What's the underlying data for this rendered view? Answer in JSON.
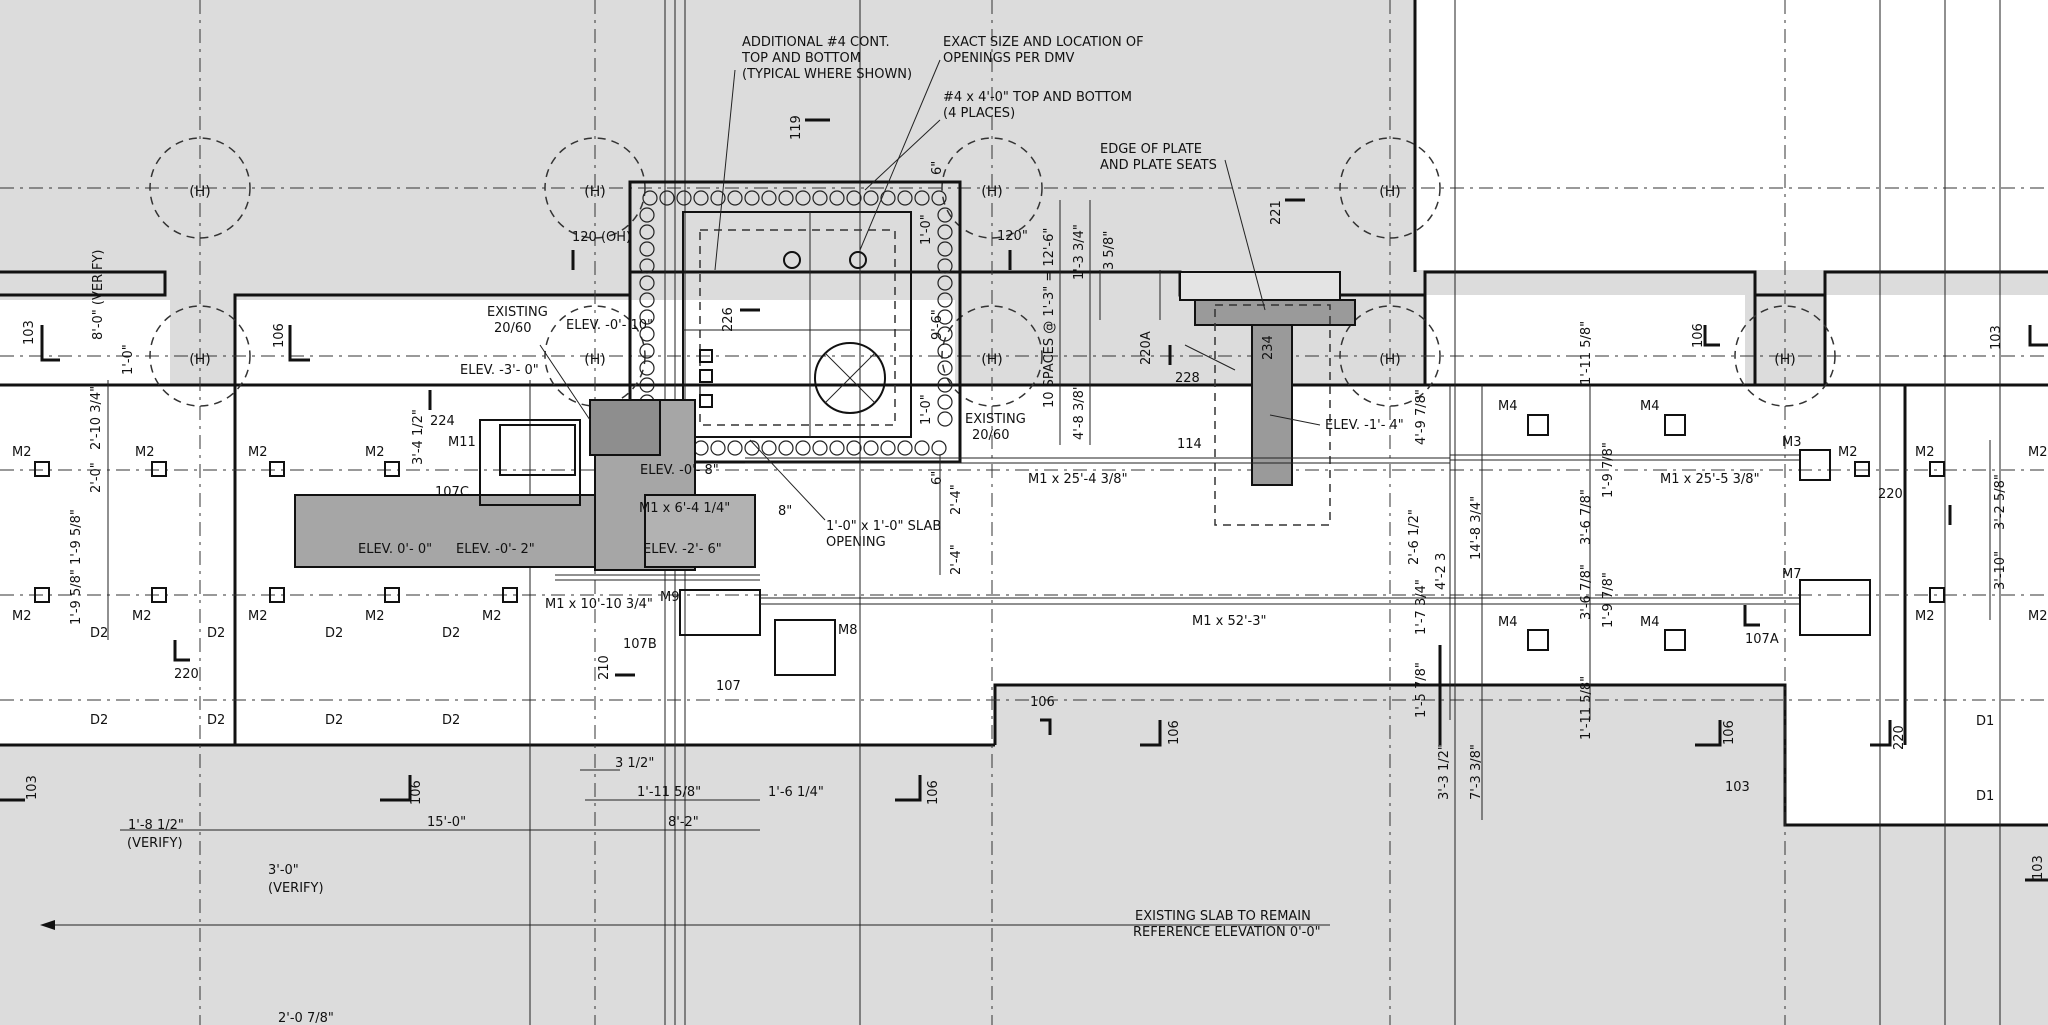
{
  "notes": {
    "note1": [
      "ADDITIONAL #4 CONT.",
      "TOP AND BOTTOM",
      "(TYPICAL WHERE SHOWN)"
    ],
    "note2": [
      "EXACT SIZE AND LOCATION OF",
      "OPENINGS PER DMV"
    ],
    "note3": [
      "#4 x 4'-0\" TOP AND BOTTOM",
      "(4 PLACES)"
    ],
    "note4": [
      "EDGE OF PLATE",
      "AND PLATE SEATS"
    ],
    "slab_note": [
      "EXISTING SLAB TO REMAIN",
      "REFERENCE ELEVATION 0'-0\""
    ],
    "slab_opening": [
      "1'-0\" x 1'-0\" SLAB",
      "OPENING"
    ],
    "existing_left": [
      "EXISTING",
      "20/60"
    ],
    "existing_mid": [
      "EXISTING",
      "20/60"
    ]
  },
  "elevations": {
    "e1": "ELEV. -0'- 10\"",
    "e2": "ELEV. -3'- 0\"",
    "e3": "ELEV. -0'- 8\"",
    "e4": "ELEV. 0'- 0\"",
    "e5": "ELEV. -0'- 2\"",
    "e6": "ELEV. -2'- 6\"",
    "e7": "ELEV. -1'- 4\""
  },
  "members": {
    "m1a": "M1 x 25'-4 3/8\"",
    "m1b": "M1 x 25'-5 3/8\"",
    "m1c": "M1 x 52'-3\"",
    "m1d": "M1 x 6'-4 1/4\"",
    "m1e": "M1 x 10'-10 3/4\"",
    "spaces": "10 SPACES @ 1'-3\" = 12'-6\""
  },
  "tags": {
    "m2": "M2",
    "m3": "M3",
    "m4": "M4",
    "m7": "M7",
    "m8": "M8",
    "m9": "M9",
    "m11": "M11",
    "d1": "D1",
    "d2": "D2",
    "s103": "103",
    "s106": "106",
    "s107": "107",
    "s107a": "107A",
    "s107b": "107B",
    "s107c": "107C",
    "s114": "114",
    "s119": "119",
    "s120": "120\"",
    "s120oh": "120 (OH)",
    "s210": "210",
    "s220": "220",
    "s220a": "220A",
    "s221": "221",
    "s224": "224",
    "s226": "226",
    "s228": "228",
    "s234": "234"
  },
  "dims": {
    "d_18_12": "1'-8 1/2\"",
    "verify": "(VERIFY)",
    "d_3_0": "3'-0\"",
    "d_15_0": "15'-0\"",
    "d_3_12": "3 1/2\"",
    "d_1_11_58": "1'-11 5/8\"",
    "d_8_2": "8'-2\"",
    "d_1_6_14": "1'-6 1/4\"",
    "d_8_0_verify": "8'-0\" (VERIFY)",
    "d_1_0": "1'-0\"",
    "d_2_10_34": "2'-10 3/4\"",
    "d_2_0": "2'-0\"",
    "d_1_9_58": "1'-9 5/8\"",
    "d_3_4_12": "3'-4 1/2\"",
    "d_8": "8\"",
    "d_6": "6\"",
    "d_9_6": "9'-6\"",
    "d_1_0b": "1'-0\"",
    "d_1_3_34": "1'-3 3/4\"",
    "d_3_58": "3 5/8\"",
    "d_4_8_38": "4'-8 3/8\"",
    "d_2_4": "2'-4\"",
    "d_2_6_12": "2'-6 1/2\"",
    "d_4_2_3": "4'-2 3",
    "d_1_7_34": "1'-7 3/4\"",
    "d_1_5_78": "1'-5 7/8\"",
    "d_4_9_78": "4'-9 7/8\"",
    "d_14_8_34": "14'-8 3/4\"",
    "d_3_3_12": "3'-3 1/2\"",
    "d_7_3_38": "7'-3 3/8\"",
    "d_1_11_58b": "1'-11 5/8\"",
    "d_1_9_78": "1'-9 7/8\"",
    "d_3_6_78": "3'-6 7/8\"",
    "d_3_2_58": "3'-2 5/8\"",
    "d_3_10": "3'-10\"",
    "d_2_0_78": "2'-0 7/8\""
  }
}
